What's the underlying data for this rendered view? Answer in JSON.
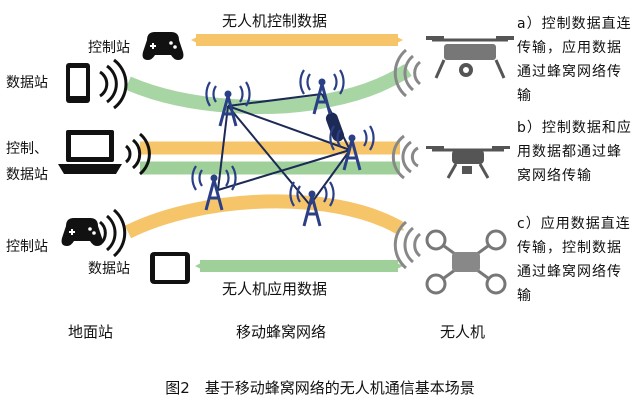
{
  "arrows": {
    "top": "无人机控制数据",
    "bottom": "无人机应用数据"
  },
  "ground": {
    "controller_a": "控制站",
    "data_station_a": "数据站",
    "laptop": "控制、\n数据站",
    "controller_c": "控制站",
    "data_station_c": "数据站"
  },
  "notes": {
    "a": "a）控制数据直连传输，应用数据通过蜂窝网络传输",
    "b": "b）控制数据和应用数据都通过蜂窝网络传输",
    "c": "c）应用数据直连传输，控制数据通过蜂窝网络传输"
  },
  "columns": {
    "ground_station": "地面站",
    "cellular": "移动蜂窝网络",
    "uav": "无人机"
  },
  "caption": "图2　基于移动蜂窝网络的无人机通信基本场景",
  "colors": {
    "orange": "#f6c56a",
    "green": "#9fd09a",
    "gray": "#777777",
    "tower": "#2a3f86"
  },
  "icons": [
    "gamepad-icon",
    "phone-icon",
    "laptop-icon",
    "tablet-icon",
    "signal-wave-icon",
    "cell-tower-icon",
    "drone-icon"
  ]
}
